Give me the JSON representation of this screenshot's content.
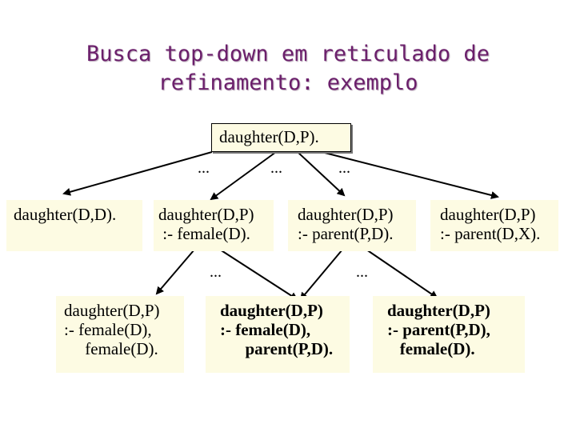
{
  "title": {
    "line1": "Busca top-down em reticulado de",
    "line2": "refinamento: exemplo"
  },
  "nodes": {
    "root": {
      "lines": [
        "daughter(D,P)."
      ]
    },
    "l1a": {
      "lines": [
        "daughter(D,D)."
      ]
    },
    "l1b": {
      "lines": [
        "daughter(D,P)",
        " :- female(D)."
      ]
    },
    "l1c": {
      "lines": [
        "daughter(D,P)",
        ":- parent(P,D)."
      ]
    },
    "l1d": {
      "lines": [
        "daughter(D,P)",
        ":- parent(D,X)."
      ]
    },
    "l2a": {
      "lines": [
        "daughter(D,P)",
        ":- female(D),",
        "     female(D)."
      ]
    },
    "l2b": {
      "lines": [
        "daughter(D,P)",
        ":- female(D),",
        "      parent(P,D)."
      ]
    },
    "l2c": {
      "lines": [
        "daughter(D,P)",
        ":- parent(P,D),",
        "   female(D)."
      ]
    }
  },
  "ellipsis": "...",
  "colors": {
    "title": "#6b1f6b",
    "box_fill": "#fdfbe3",
    "arrow": "#000000"
  }
}
